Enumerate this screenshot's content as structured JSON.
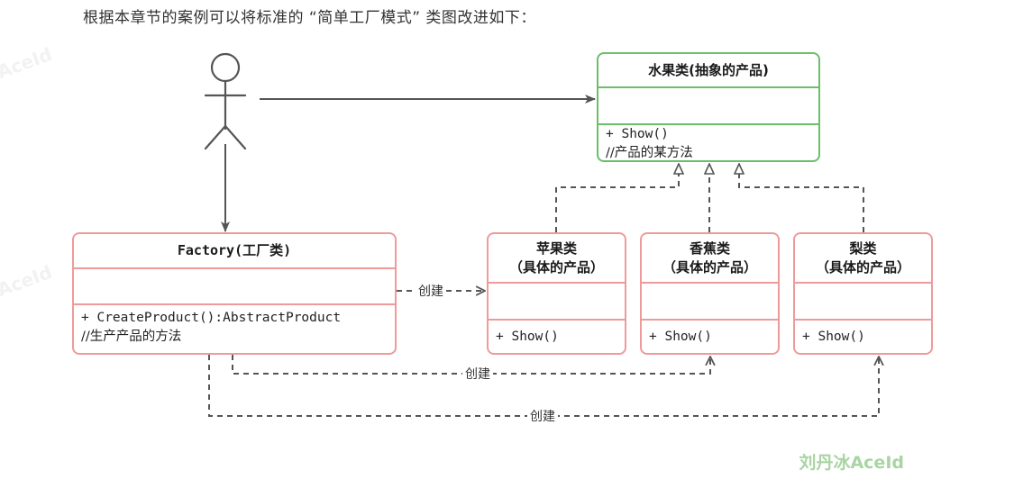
{
  "caption": "根据本章节的案例可以将标准的 “简单工厂模式” 类图改进如下：",
  "colors": {
    "abstract_border": "#6abf69",
    "concrete_border": "#ef9a9a",
    "line": "#555555",
    "watermark": "#a8d5a2"
  },
  "actor": {
    "name": "actor-stick-figure"
  },
  "classes": {
    "abstract_product": {
      "title": "水果类(抽象的产品)",
      "attributes": "",
      "methods": "+ Show()  //产品的某方法",
      "method_code": "+ Show()  ",
      "method_note": "//产品的某方法"
    },
    "factory": {
      "title": "Factory(工厂类)",
      "attributes": "",
      "method_code": "+ CreateProduct():AbstractProduct",
      "method_note": "//生产产品的方法"
    },
    "apple": {
      "title": "苹果类",
      "subtitle": "（具体的产品）",
      "attributes": "",
      "methods": "+ Show()"
    },
    "banana": {
      "title": "香蕉类",
      "subtitle": "（具体的产品）",
      "attributes": "",
      "methods": "+ Show()"
    },
    "pear": {
      "title": "梨类",
      "subtitle": "（具体的产品）",
      "attributes": "",
      "methods": "+ Show()"
    }
  },
  "edges": {
    "create_apple": "创建",
    "create_banana": "创建",
    "create_pear": "创建"
  },
  "watermarks": {
    "side_top": "AceId",
    "side_mid": "AceId",
    "main": "刘丹冰AceId"
  }
}
